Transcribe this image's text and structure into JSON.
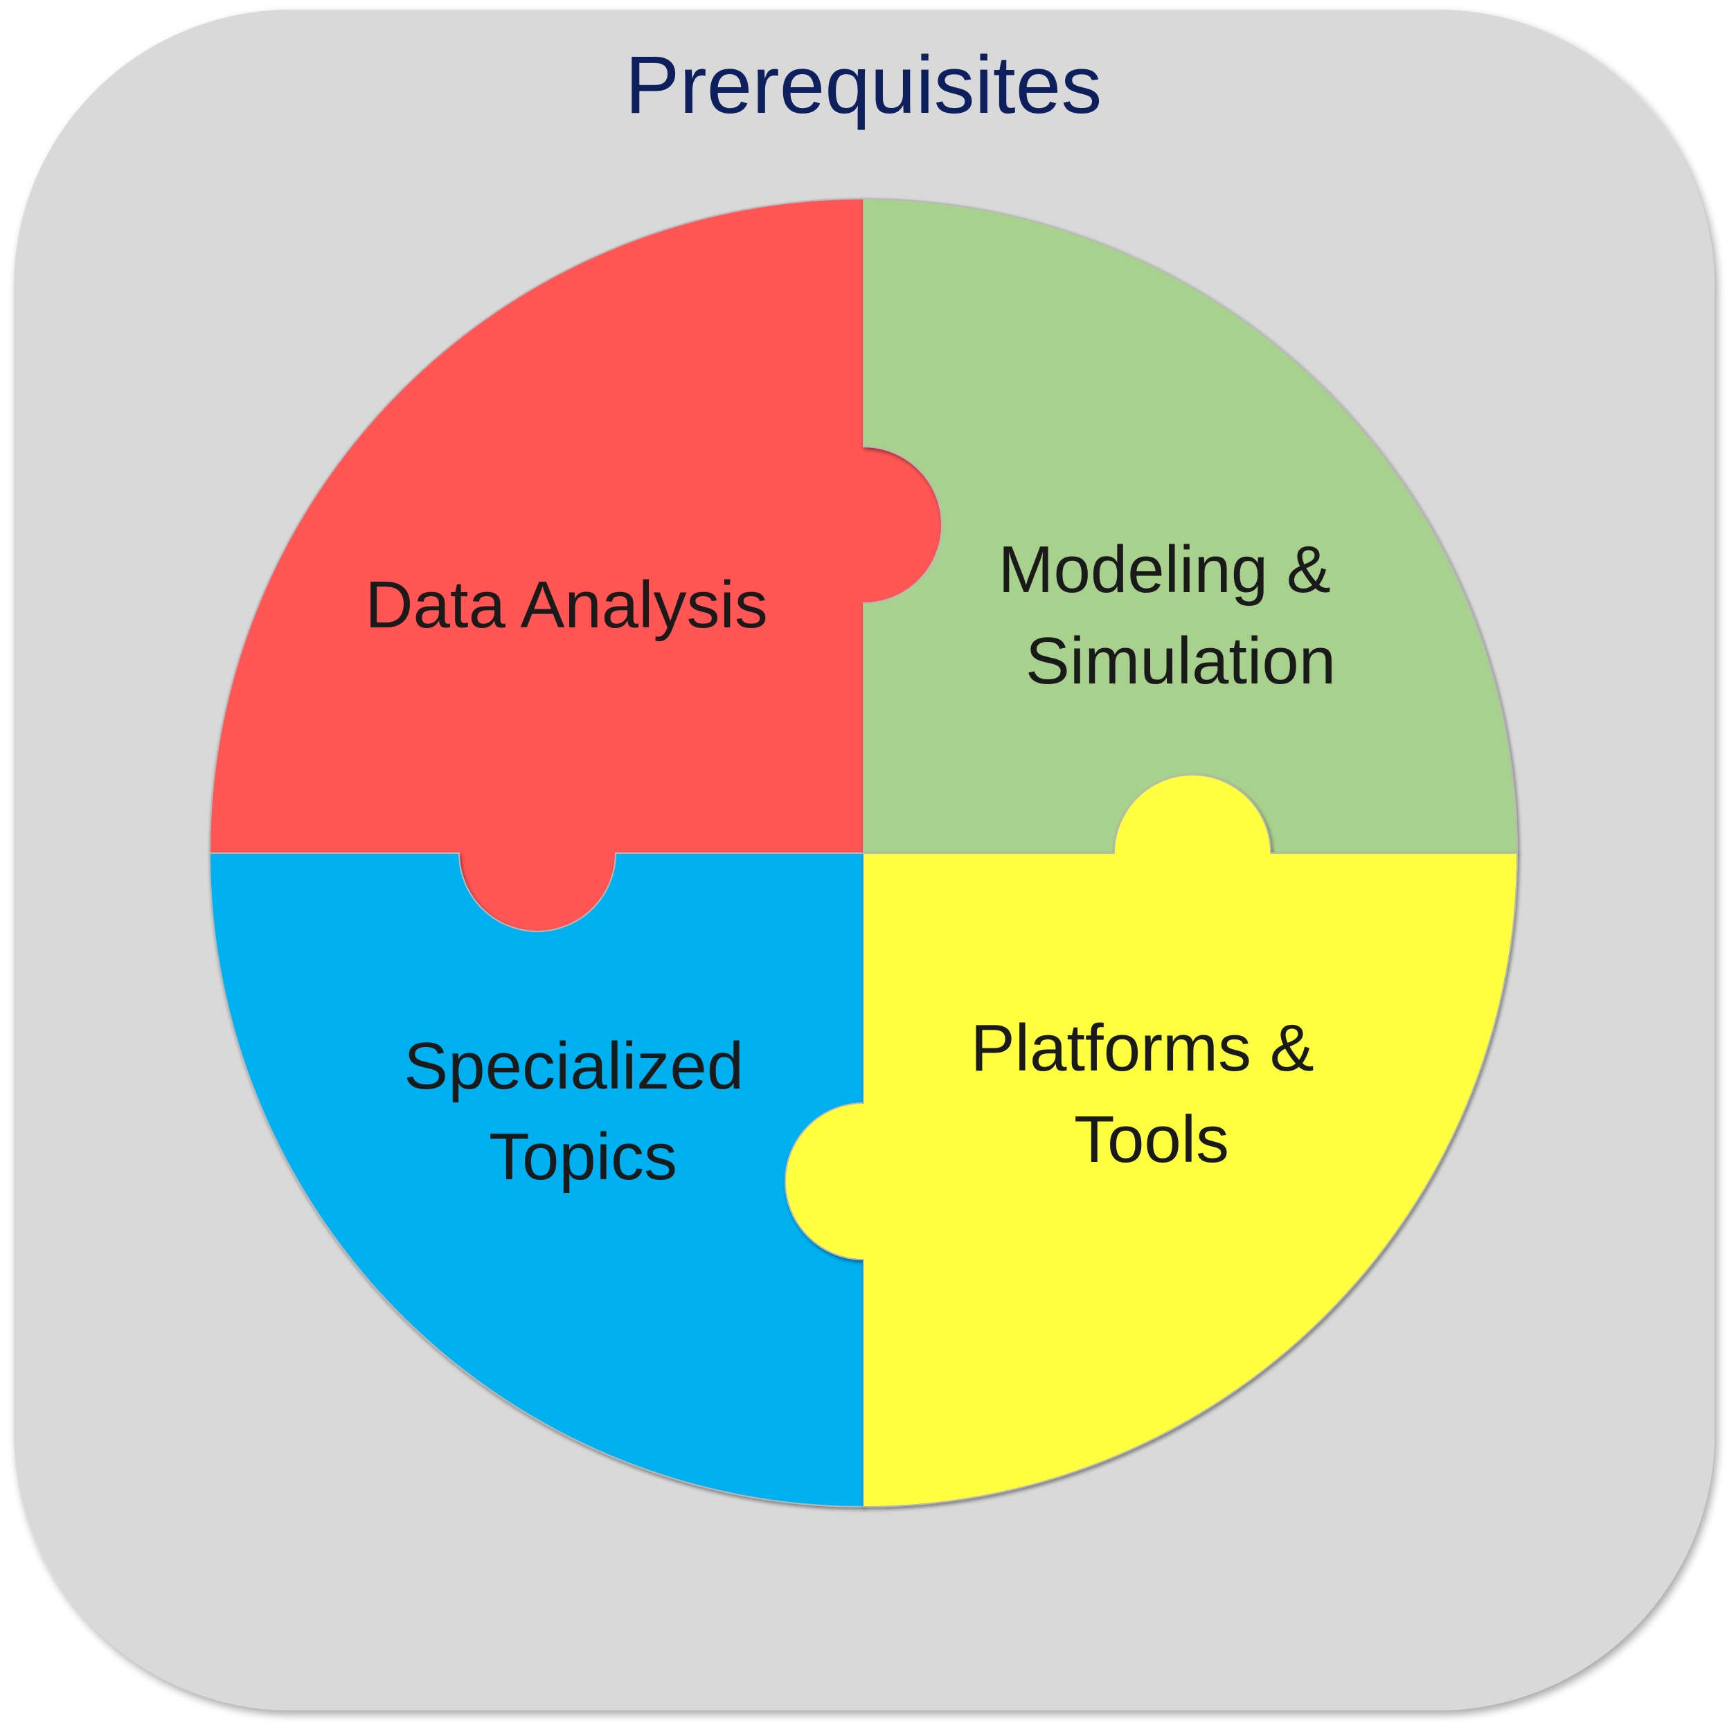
{
  "title": "Prerequisites",
  "colors": {
    "background": "#d9d9d9",
    "title_text": "#0d1f5c",
    "label_text": "#1a1a1a",
    "red": "#ff5555",
    "green": "#a9d18e",
    "blue": "#00b0f0",
    "yellow": "#ffff40"
  },
  "pieces": {
    "data_analysis": {
      "lines": [
        "Data Analysis"
      ]
    },
    "modeling_simulation": {
      "lines": [
        "Modeling &",
        "Simulation"
      ]
    },
    "specialized_topics": {
      "lines": [
        "Specialized",
        "Topics"
      ]
    },
    "platforms_tools": {
      "lines": [
        "Platforms &",
        "Tools"
      ]
    }
  }
}
